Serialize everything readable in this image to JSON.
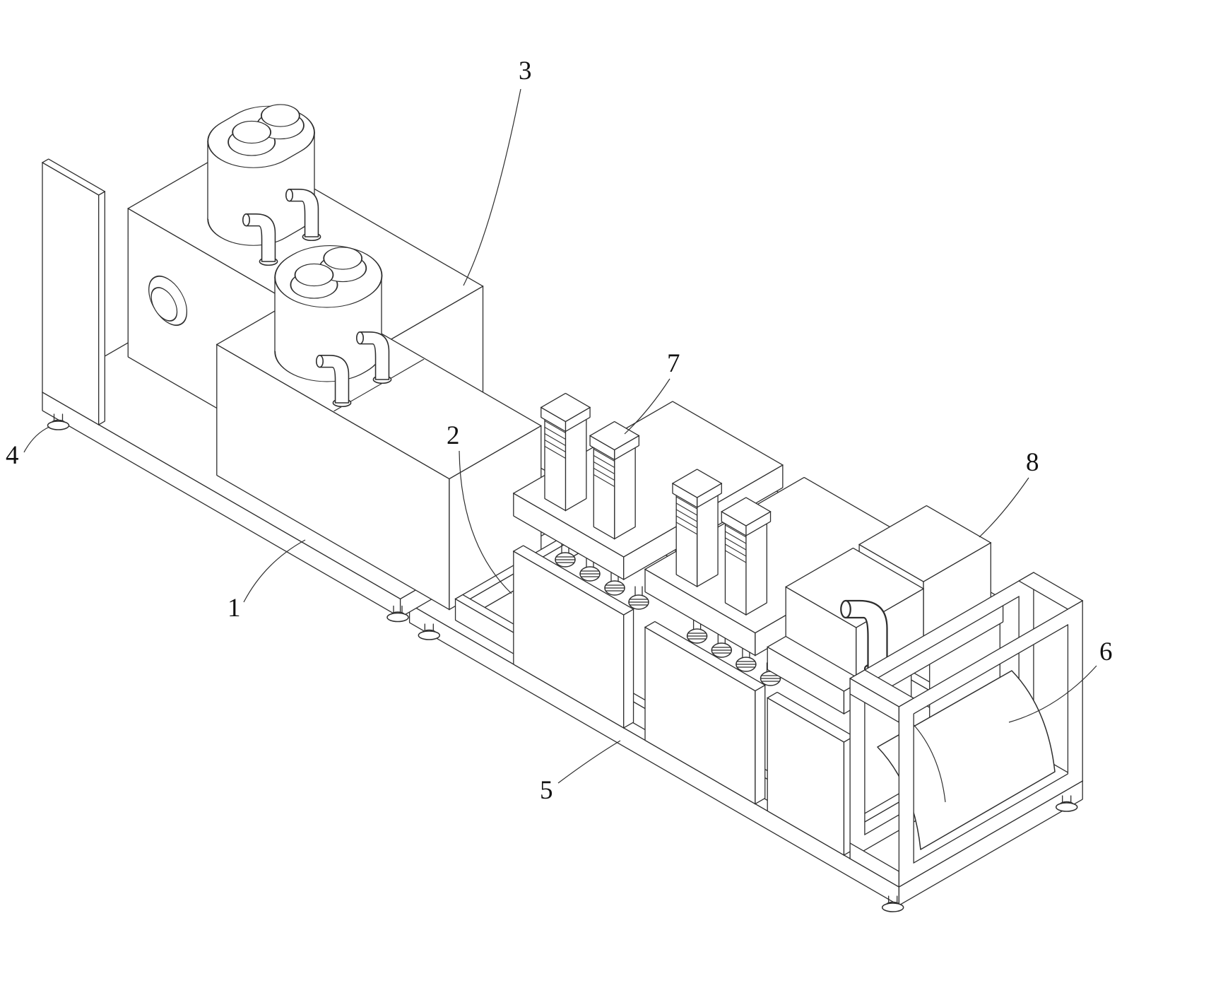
{
  "figure": {
    "background": "#ffffff",
    "line_color": "#2e2e2e",
    "callouts": [
      {
        "id": "part-1",
        "number": "1"
      },
      {
        "id": "part-2",
        "number": "2"
      },
      {
        "id": "part-3",
        "number": "3"
      },
      {
        "id": "part-4",
        "number": "4"
      },
      {
        "id": "part-5",
        "number": "5"
      },
      {
        "id": "part-6",
        "number": "6"
      },
      {
        "id": "part-7",
        "number": "7"
      },
      {
        "id": "part-8",
        "number": "8"
      }
    ]
  }
}
